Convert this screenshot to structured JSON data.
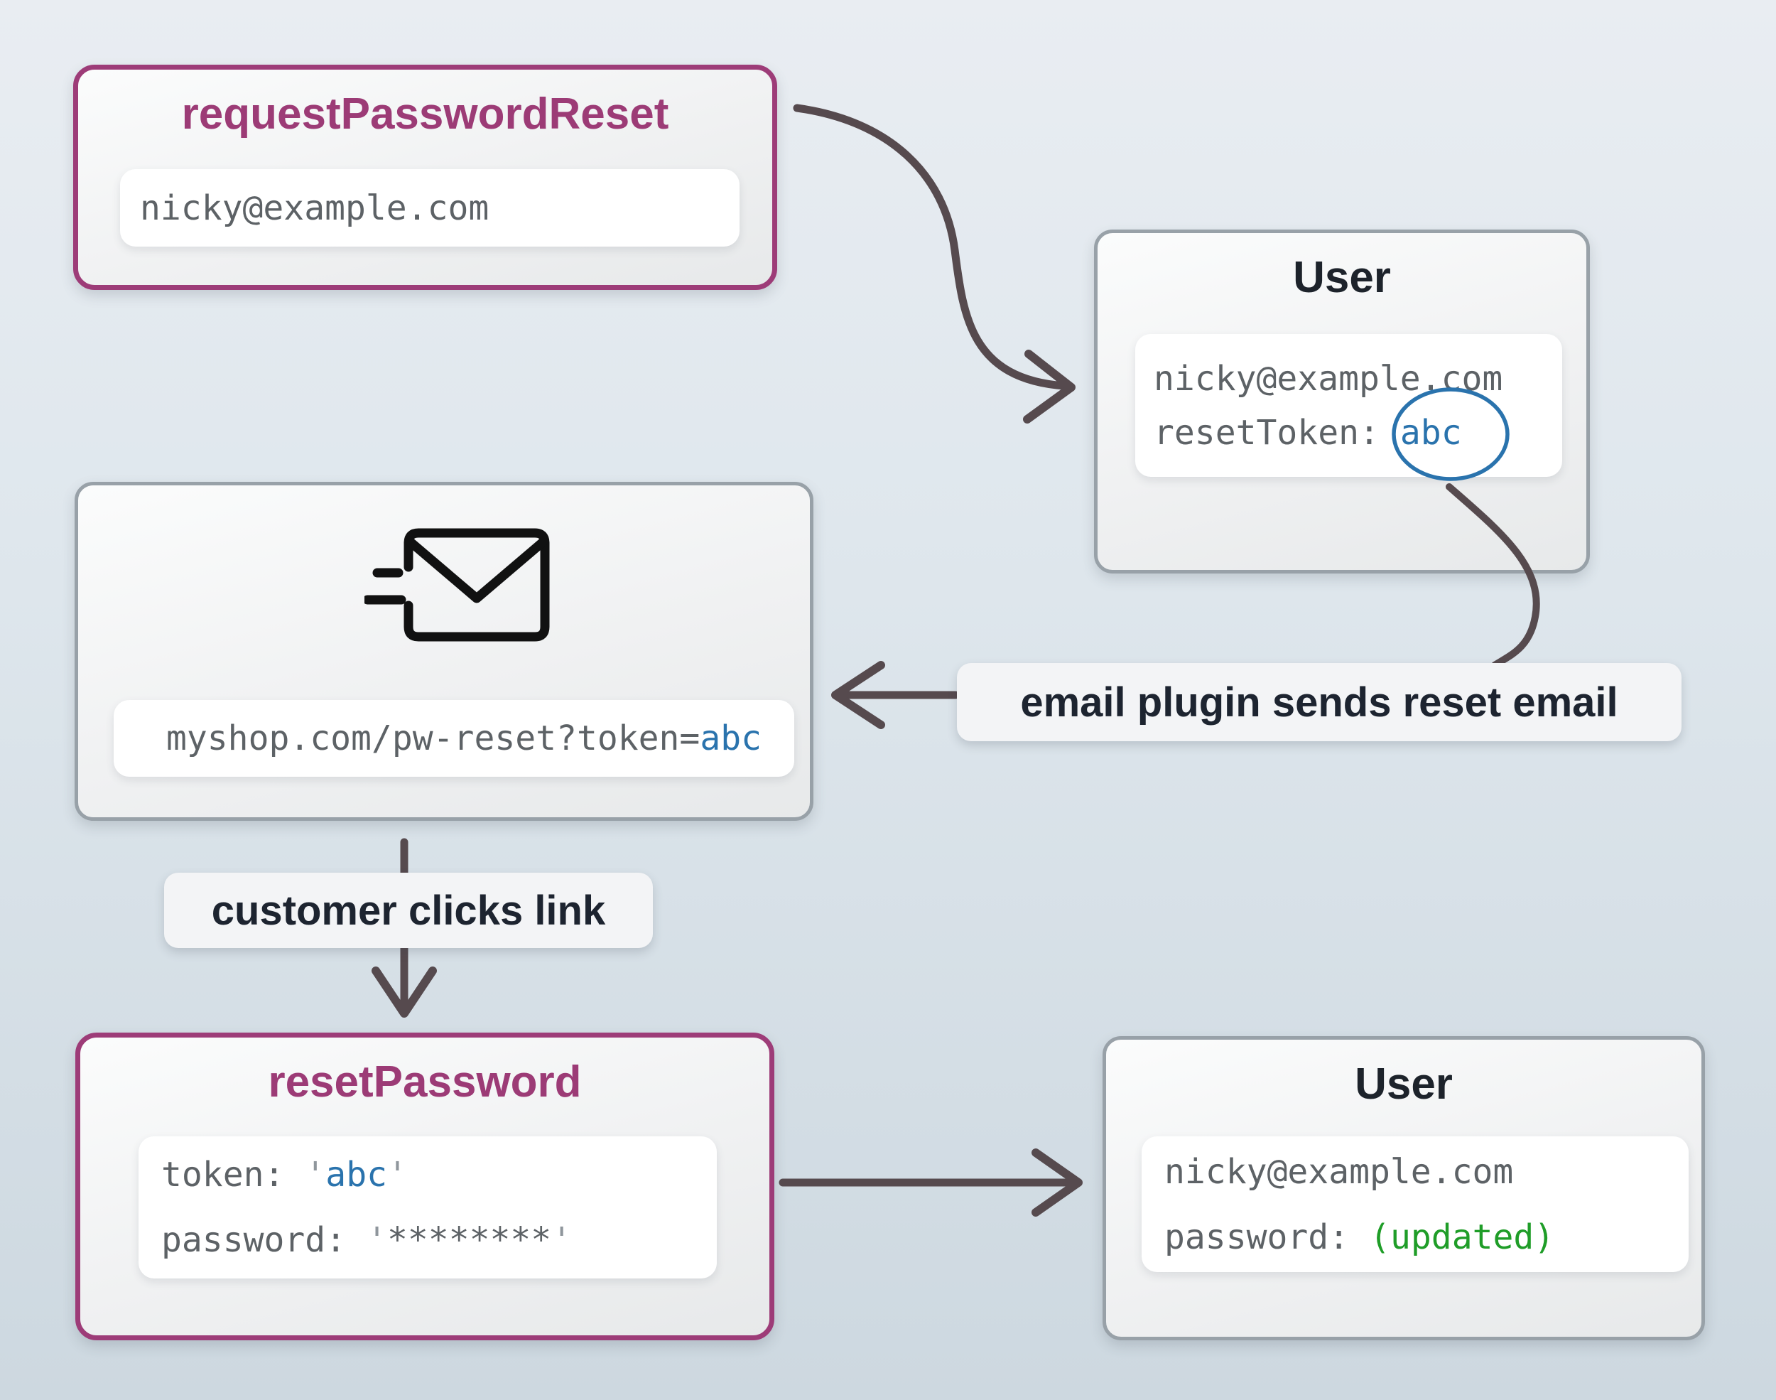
{
  "colors": {
    "purple_accent": "#9d3c78",
    "blue_token": "#2a73ad",
    "green_updated": "#1f9d28",
    "arrow": "#564a4e",
    "gray_border": "#98a1a8",
    "mono_text": "#5d6266",
    "label_text": "#1d2430"
  },
  "nodes": {
    "request_password_reset": {
      "title": "requestPasswordReset",
      "email": "nicky@example.com"
    },
    "user_top": {
      "title": "User",
      "email": "nicky@example.com",
      "token_label": "resetToken:",
      "token_value": "abc"
    },
    "email_message": {
      "icon": "mail-send-icon",
      "url_prefix": "myshop.com/pw-reset?token=",
      "url_token": "abc"
    },
    "reset_password": {
      "title": "resetPassword",
      "token_label": "token:",
      "quote": "'",
      "token_value": "abc",
      "password_label": "password:",
      "password_masked": "********"
    },
    "user_bottom": {
      "title": "User",
      "email": "nicky@example.com",
      "password_label": "password:",
      "password_value": "(updated)"
    }
  },
  "annotations": {
    "email_plugin": "email plugin sends reset email",
    "customer_clicks": "customer clicks link"
  }
}
